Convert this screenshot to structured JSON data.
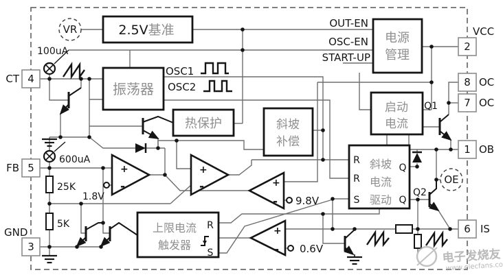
{
  "blocks": {
    "ref_prefix": "2.5V",
    "ref_suffix": "基准",
    "oscillator": "振荡器",
    "thermal": "热保护",
    "power_line1": "电源",
    "power_line2": "管理",
    "startup_line1": "启动",
    "startup_line2": "电流",
    "slope_line1": "斜坡",
    "slope_line2": "补偿",
    "drive_line1": "斜坡",
    "drive_line2": "电流",
    "drive_line3": "驱动",
    "trigger_line1": "上限电流",
    "trigger_line2": "触发器"
  },
  "pins": {
    "ct": {
      "label": "CT",
      "num": "4"
    },
    "fb": {
      "label": "FB",
      "num": "5"
    },
    "gnd": {
      "label": "GND",
      "num": "3"
    },
    "vcc": {
      "label": "VCC",
      "num": "2"
    },
    "oc8": {
      "label": "OC",
      "num": "8"
    },
    "oc7": {
      "label": "OC",
      "num": "7"
    },
    "ob": {
      "label": "OB",
      "num": "1"
    },
    "is": {
      "label": "IS",
      "num": "6"
    }
  },
  "signals": {
    "out_en": "OUT-EN",
    "osc_en": "OSC-EN",
    "start_up": "START-UP",
    "osc1": "OSC1",
    "osc2": "OSC2"
  },
  "values": {
    "i_ct": "100uA",
    "i_fb": "600uA",
    "r_top": "25K",
    "r_bottom": "5K",
    "v_ref": "1.8V",
    "v_uvlo": "9.8V",
    "v_cs": "0.6V"
  },
  "annotations": {
    "vr": "VR",
    "oe": "OE",
    "q1": "Q1",
    "q2": "Q2"
  },
  "latch": {
    "r": "R",
    "s": "S",
    "q": "Q"
  },
  "sym": {
    "plus": "+",
    "minus": "-"
  },
  "watermark": {
    "title": "电子发烧友",
    "url": "www.elecfans.com"
  },
  "colors": {
    "line": "#6e6e6e",
    "symbol": "#151515",
    "block_text": "#8f8f8f",
    "watermark": "#a8a8a8"
  }
}
